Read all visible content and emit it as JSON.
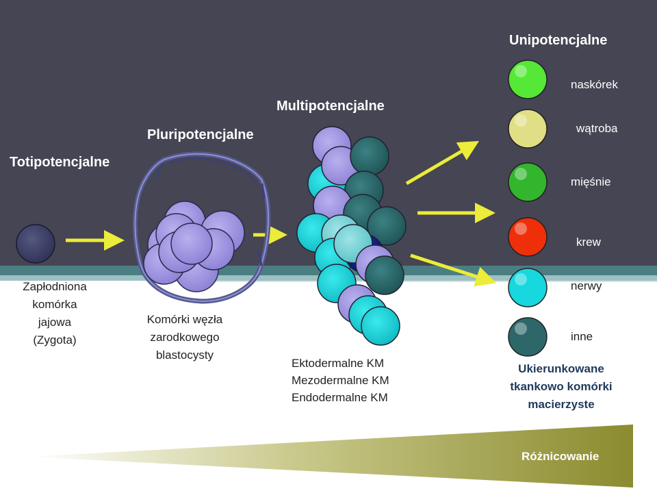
{
  "stages": {
    "toti": "Totipotencjalne",
    "pluri": "Pluripotencjalne",
    "multi": "Multipotencjalne",
    "uni": "Unipotencjalne"
  },
  "captions": {
    "zygote": [
      "Zapłodniona",
      "komórka",
      "jajowa",
      "(Zygota)"
    ],
    "blastocyst": [
      "Komórki węzła",
      "zarodkowego",
      "blastocysty"
    ],
    "germ_layers": [
      "Ektodermalne KM",
      "Mezodermalne KM",
      "Endodermalne KM"
    ],
    "committed": [
      "Ukierunkowane",
      "tkankowo komórki",
      "macierzyste"
    ]
  },
  "cell_types": [
    {
      "label": "naskórek",
      "color": "#55e836"
    },
    {
      "label": "wątroba",
      "color": "#e0df86"
    },
    {
      "label": "mięśnie",
      "color": "#33b52d"
    },
    {
      "label": "krew",
      "color": "#ee2f0a"
    },
    {
      "label": "nerwy",
      "color": "#16d8de"
    },
    {
      "label": "inne",
      "color": "#2e6769"
    }
  ],
  "differentiation": "Różnicowanie",
  "colors": {
    "background_dark": "#454553",
    "band": "#4b7e83",
    "arrow": "#ecec3a",
    "zygote": "#3c3e68",
    "pluripotent": "#a39ae0",
    "multipotent_teal": "#2a6a6c",
    "multipotent_cyan": "#14d6dc",
    "multipotent_violet": "#a59bdf",
    "multipotent_blue": "#101a80",
    "wedge_light": "#ffffff",
    "wedge_dark": "#8b8b2f"
  }
}
